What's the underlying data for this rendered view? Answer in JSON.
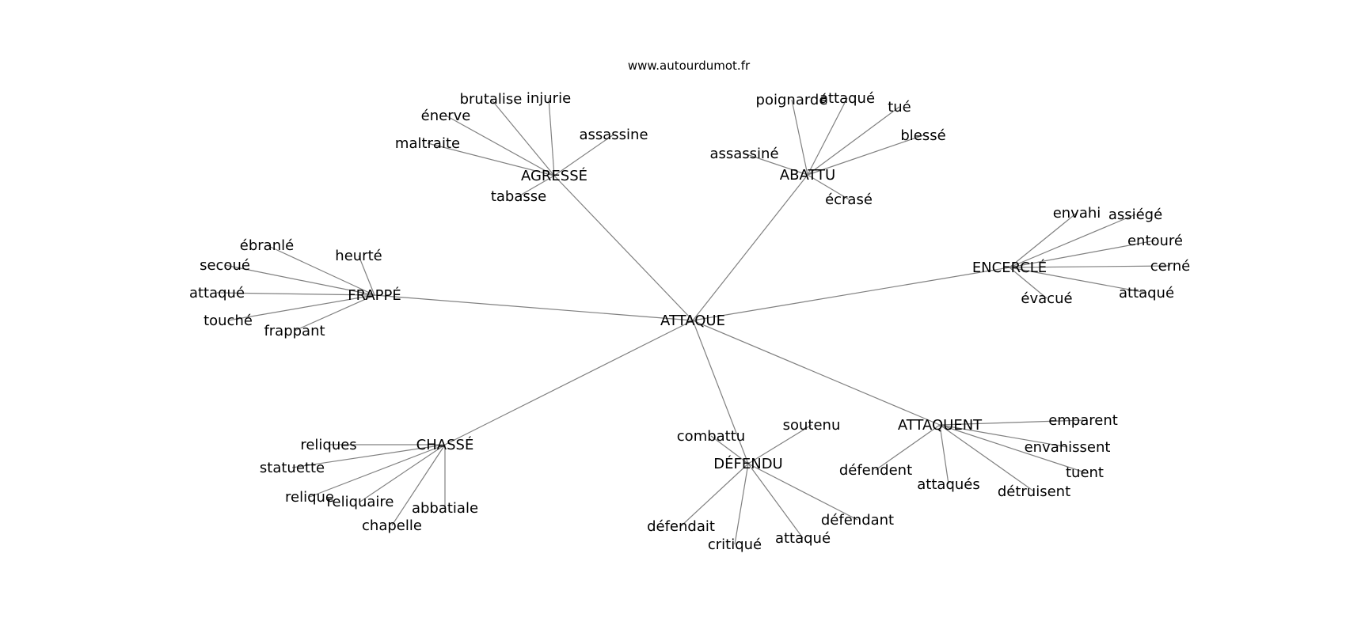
{
  "site": "www.autourdumot.fr",
  "edge_color": "#808080",
  "text_color": "#000000",
  "background": "#ffffff",
  "root": "ATTAQUE",
  "clusters": [
    {
      "hub": "AGRESSÉ",
      "leaves": [
        "brutalise",
        "injurie",
        "énerve",
        "assassine",
        "maltraite",
        "tabasse"
      ]
    },
    {
      "hub": "ABATTU",
      "leaves": [
        "poignardé",
        "attaqué",
        "tué",
        "blessé",
        "assassiné",
        "écrasé"
      ]
    },
    {
      "hub": "FRAPPÉ",
      "leaves": [
        "ébranlé",
        "heurté",
        "secoué",
        "attaqué",
        "touché",
        "frappant"
      ]
    },
    {
      "hub": "ENCERCLÉ",
      "leaves": [
        "envahi",
        "assiégé",
        "entouré",
        "cerné",
        "attaqué",
        "évacué"
      ]
    },
    {
      "hub": "CHASSÉ",
      "leaves": [
        "reliques",
        "statuette",
        "relique",
        "reliquaire",
        "abbatiale",
        "chapelle"
      ]
    },
    {
      "hub": "DÉFENDU",
      "leaves": [
        "combattu",
        "soutenu",
        "défendait",
        "critiqué",
        "attaqué",
        "défendant"
      ]
    },
    {
      "hub": "ATTAQUENT",
      "leaves": [
        "emparent",
        "envahissent",
        "tuent",
        "détruisent",
        "attaqués",
        "défendent"
      ]
    }
  ]
}
